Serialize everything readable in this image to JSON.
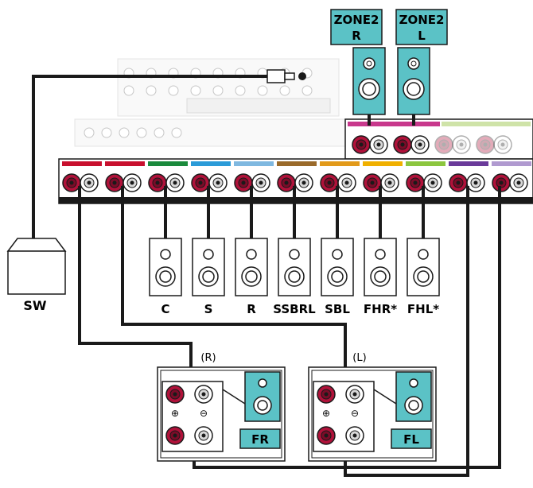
{
  "zone_speakers": [
    {
      "line1": "ZONE2",
      "line2": "R"
    },
    {
      "line1": "ZONE2",
      "line2": "L"
    }
  ],
  "subwoofer": {
    "label": "SW"
  },
  "surround_speakers": [
    {
      "label": "C"
    },
    {
      "label": "S"
    },
    {
      "label": "R"
    },
    {
      "label": "SSBRL"
    },
    {
      "label": "SBL"
    },
    {
      "label": "FHR*"
    },
    {
      "label": "FHL*"
    }
  ],
  "front_speakers": [
    {
      "channel": "(R)",
      "tag": "FR"
    },
    {
      "channel": "(L)",
      "tag": "FL"
    }
  ],
  "terminal_symbols": {
    "plus": "⊕",
    "minus": "⊖"
  },
  "colors": {
    "teal": "#5bc2c6",
    "terminal_red": "#b0123a",
    "wire": "#1a1a1a",
    "panel_gray": "#c8c8c8",
    "strip_colors": [
      "#c8102e",
      "#c8102e",
      "#1a8a3c",
      "#2b9bd8",
      "#7fb8e0",
      "#9a6a2a",
      "#e29a1a",
      "#f0b000",
      "#8cc63f",
      "#6a3a9a",
      "#b09ad0"
    ]
  }
}
